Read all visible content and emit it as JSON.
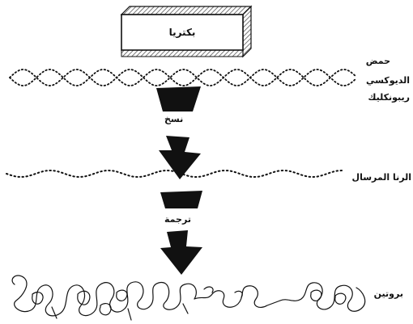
{
  "diagram": {
    "bacteria_label": "بكتريا",
    "dna_label_line1": "حمض",
    "dna_label_line2": "الديوكسي",
    "dna_label_line3": "ريبونكليك",
    "transcription_label": "نسخ",
    "mrna_label": "الرنا المرسال",
    "translation_label": "ترجمة",
    "protein_label": "بروتين"
  },
  "colors": {
    "ink": "#111111",
    "box_fill": "#ffffff",
    "hatch": "#555555"
  }
}
